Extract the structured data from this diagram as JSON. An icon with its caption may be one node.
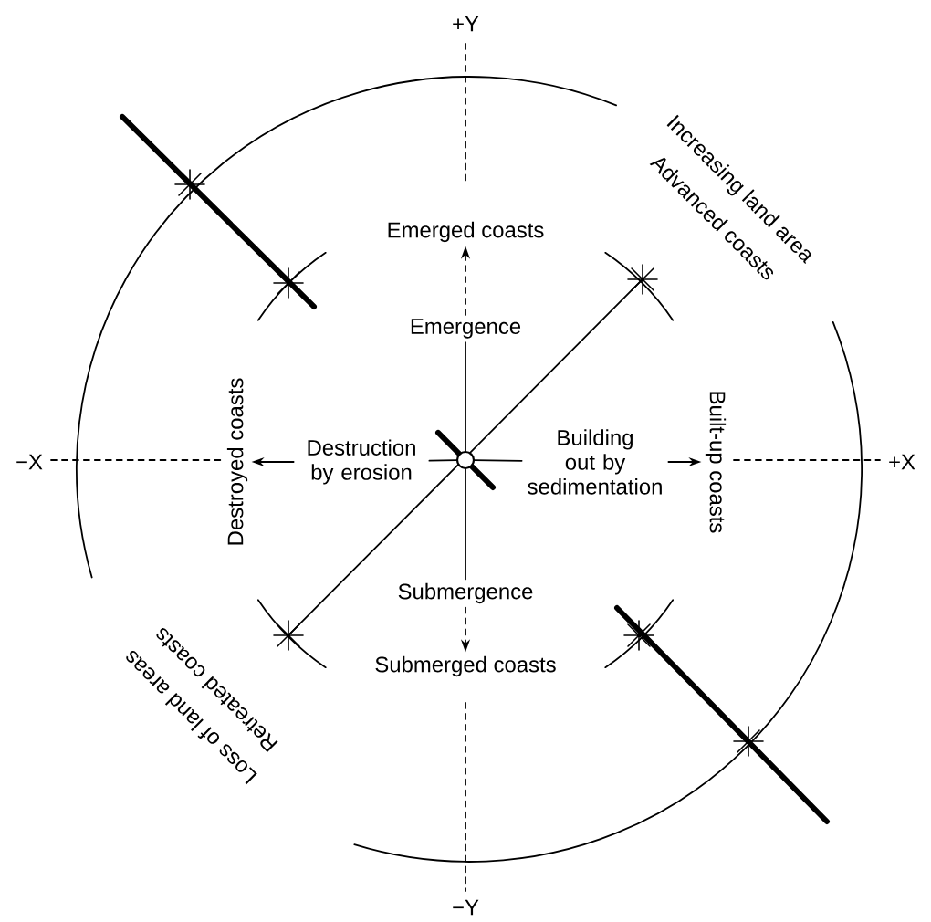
{
  "diagram": {
    "nodes": [
      {
        "text": [],
        "shape": "circle"
      },
      {
        "text": [
          "Emergence"
        ]
      },
      {
        "text": [
          "Destruction by erosion"
        ]
      },
      {
        "text": [
          "Building out by sedimentation"
        ]
      },
      {
        "text": [
          "Submergence"
        ]
      },
      {
        "text": [
          "Emerged coasts"
        ]
      },
      {
        "text": [
          "Destroyed coasts"
        ]
      },
      {
        "text": [
          "Built-up coasts"
        ]
      },
      {
        "text": [
          "Submerged coasts"
        ]
      }
    ],
    "edges": [
      {
        "from": 0,
        "to": 1,
        "arrow": "none"
      },
      {
        "from": 0,
        "to": 2,
        "arrow": "none"
      },
      {
        "from": 0,
        "to": 3,
        "arrow": "none"
      },
      {
        "from": 0,
        "to": 4,
        "arrow": "none"
      },
      {
        "from": 1,
        "to": 5,
        "arrow": "to",
        "style": "dashed"
      },
      {
        "from": 2,
        "to": 6,
        "arrow": "to"
      },
      {
        "from": 3,
        "to": 7,
        "arrow": "to"
      },
      {
        "from": 4,
        "to": 8,
        "arrow": "to",
        "style": "dashed"
      }
    ],
    "labels": [
      "+Y",
      "Increasing land area",
      "Advanced coasts",
      "−X",
      "+X",
      "Loss of land areas",
      "Retreated coasts",
      "−Y"
    ]
  }
}
